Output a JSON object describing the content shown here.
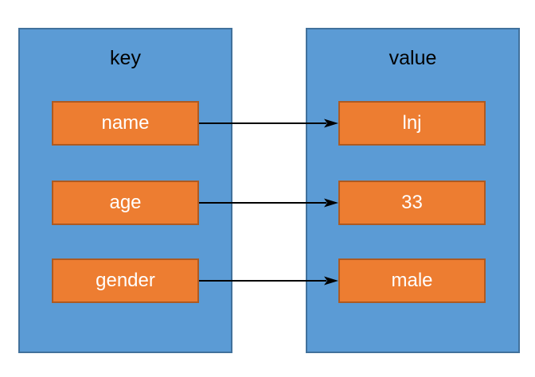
{
  "diagram": {
    "left_column": {
      "header": "key"
    },
    "right_column": {
      "header": "value"
    },
    "rows": [
      {
        "key": "name",
        "value": "lnj"
      },
      {
        "key": "age",
        "value": "33"
      },
      {
        "key": "gender",
        "value": "male"
      }
    ],
    "colors": {
      "background": "#ffffff",
      "container_fill": "#5B9BD5",
      "container_border": "#41719C",
      "box_fill": "#ED7D31",
      "box_border": "#AE5A21",
      "arrow": "#000000",
      "header_text": "#000000",
      "box_text": "#ffffff"
    }
  }
}
